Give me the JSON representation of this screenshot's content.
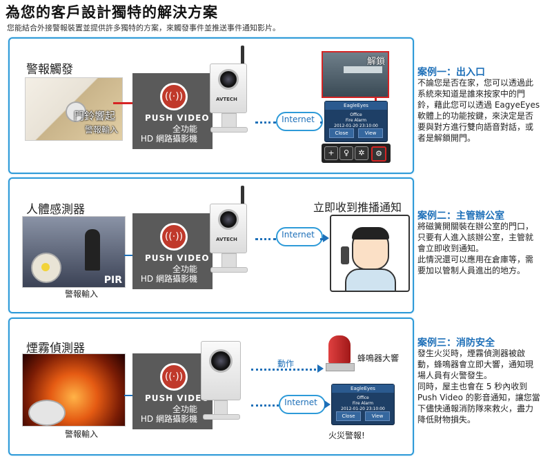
{
  "header": {
    "title": "為您的客戶設計獨特的解決方案",
    "subtitle": "您能結合外接警報裝置並提供許多獨特的方案，來觸發事件並推送事件通知影片。"
  },
  "common": {
    "push_title": "PUSH VIDEO",
    "push_line1": "全功能",
    "push_line2": "HD 網路攝影機",
    "camera_brand": "AVTECH",
    "internet": "Internet",
    "app_name": "EagleEyes",
    "alarm_lines": [
      "Office",
      "Fire Alarm",
      "2012-01-20 23:10:00"
    ],
    "close_btn": "Close",
    "view_btn": "View"
  },
  "panel1": {
    "sensor": "警報觸發",
    "photo_caption1": "門鈴響起",
    "photo_caption2": "警報輸入",
    "unlock": "解鎖"
  },
  "panel2": {
    "sensor": "人體感測器",
    "pir": "PIR",
    "alarm_in": "警報輸入",
    "notify": "立即收到推播通知"
  },
  "panel3": {
    "sensor": "煙霧偵測器",
    "alarm_in": "警報輸入",
    "action": "動作",
    "buzzer": "蜂鳴器大響",
    "fire_alert": "火災警報!"
  },
  "cases": [
    {
      "title": "案例一：出入口",
      "lines": [
        "不論您是否在家，您可以透過此",
        "系統來知道是誰來按家中的門",
        "鈴，藉此您可以透過 EagyeEyes",
        "軟體上的功能按鍵，來決定是否",
        "要與對方進行雙向語音對話，或",
        "者是解鎖開門。"
      ]
    },
    {
      "title": "案例二：主管辦公室",
      "lines": [
        "將磁簧開關裝在辦公室的門口，",
        "只要有人進入該辦公室，主管就",
        "會立即收到通知。",
        "此情況還可以應用在倉庫等，需",
        "要加以管制人員進出的地方。"
      ]
    },
    {
      "title": "案例三：消防安全",
      "lines": [
        "發生火災時，煙霧偵測器被啟",
        "動，蜂鳴器會立即大響，通知現",
        "場人員有火警發生。",
        "同時，屋主也會在 5 秒內收到",
        "Push Video 的影音通知，讓您當",
        "下儘快通報消防隊來救火，盡力",
        "降低財物損失。"
      ]
    }
  ],
  "colors": {
    "accent": "#2d9ad8",
    "case_title": "#1d6fb8",
    "alarm_red": "#d62424"
  }
}
